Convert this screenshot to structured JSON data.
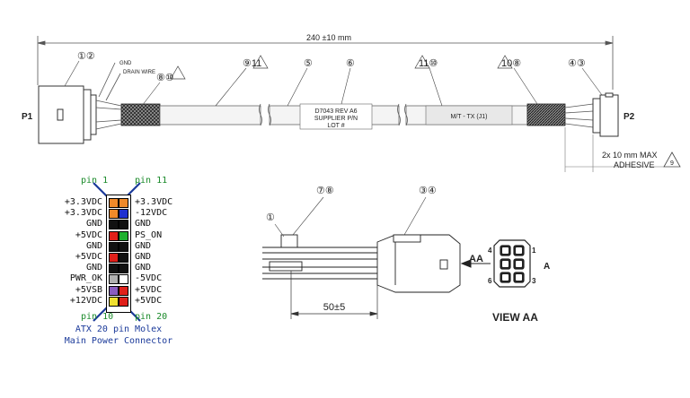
{
  "top": {
    "dimension": "240 ±10 mm",
    "p1": "P1",
    "p2": "P2",
    "gnd": "GND",
    "drain_wire": "DRAIN WIRE",
    "balloon_12": "①②",
    "balloon_8_10": "⑧⑩",
    "balloon_9_11": "⑨11",
    "balloon_5": "⑤",
    "balloon_6": "⑥",
    "balloon_11_10": "11⑩",
    "balloon_10_8": "10⑧",
    "balloon_4_3": "④③",
    "label_line1": "D7043 REV A6",
    "label_line2": "SUPPLIER P/N",
    "label_line3": "LOT #",
    "sleeve_label": "M/T - TX (J1)",
    "adhesive_line1": "2x 10 mm MAX",
    "adhesive_line2": "ADHESIVE",
    "tri_9": "9"
  },
  "atx": {
    "pin1": "pin 1",
    "pin11": "pin 11",
    "pin10": "pin 10",
    "pin20": "pin 20",
    "caption_line1": "ATX 20 pin Molex",
    "caption_line2": "Main Power Connector",
    "left_labels": [
      "+3.3VDC",
      "+3.3VDC",
      "GND",
      "+5VDC",
      "GND",
      "+5VDC",
      "GND",
      "PWR_OK",
      "+5VSB",
      "+12VDC"
    ],
    "right_labels": [
      "+3.3VDC",
      "-12VDC",
      "GND",
      "PS_ON",
      "GND",
      "GND",
      "GND",
      "-5VDC",
      "+5VDC",
      "+5VDC"
    ],
    "left_colors": [
      "#f08a2a",
      "#f08a2a",
      "#111111",
      "#e0201a",
      "#111111",
      "#e0201a",
      "#111111",
      "#b0b0b0",
      "#8a5cc0",
      "#f0e030"
    ],
    "right_colors": [
      "#f08a2a",
      "#2030d0",
      "#111111",
      "#20b030",
      "#111111",
      "#111111",
      "#111111",
      "#ffffff",
      "#e0201a",
      "#e0201a"
    ]
  },
  "detail": {
    "balloon_1": "①",
    "balloon_7_8": "⑦⑧",
    "balloon_3_4": "③④",
    "dim_50": "50±5",
    "aa": "AA",
    "a": "A",
    "pin4": "4",
    "pin1": "1",
    "pin6": "6",
    "pin3": "3",
    "view_aa": "VIEW AA"
  }
}
